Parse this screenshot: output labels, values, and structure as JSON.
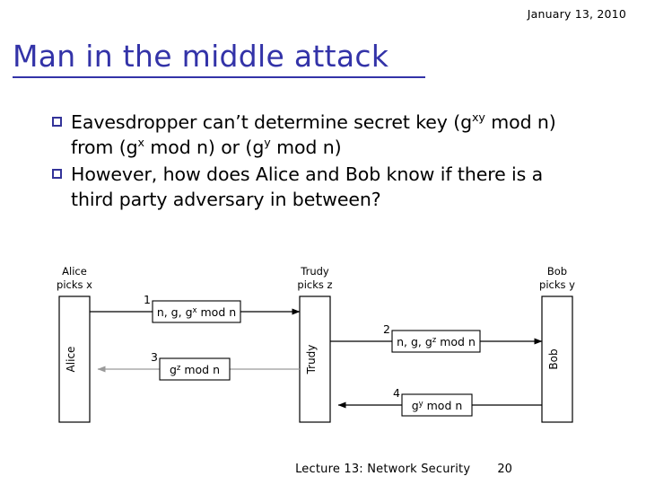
{
  "slide": {
    "date": "January 13, 2010",
    "title": "Man in the middle attack",
    "bullets": [
      {
        "marker": "hollow-square-bullet",
        "parts": [
          {
            "t": "Eavesdropper can’t determine secret key (g",
            "sup": false
          },
          {
            "t": "xy",
            "sup": true
          },
          {
            "t": " mod n) from (g",
            "sup": false
          },
          {
            "t": "x",
            "sup": true
          },
          {
            "t": " mod n) or (g",
            "sup": false
          },
          {
            "t": "y",
            "sup": true
          },
          {
            "t": " mod n)",
            "sup": false
          }
        ]
      },
      {
        "marker": "hollow-square-bullet",
        "parts": [
          {
            "t": "However, how does Alice and Bob know if there is a third party adversary in between?",
            "sup": false
          }
        ]
      }
    ],
    "footer": {
      "text": "Lecture 13: Network Security",
      "page": "20"
    },
    "colors": {
      "title": "#3333a8",
      "bullet_marker": "#333399",
      "body_text": "#000000",
      "line_dark": "#000000",
      "line_gray": "#9a9a9a",
      "background": "#ffffff"
    }
  },
  "diagram": {
    "type": "sequence-diagram",
    "caption": "Diffie-Hellman man-in-the-middle exchange between Alice, Trudy and Bob",
    "actors": [
      {
        "id": "alice",
        "caption_line1": "Alice",
        "caption_line2": "picks x",
        "vertical_label": "Alice"
      },
      {
        "id": "trudy",
        "caption_line1": "Trudy",
        "caption_line2": "picks z",
        "vertical_label": "Trudy"
      },
      {
        "id": "bob",
        "caption_line1": "Bob",
        "caption_line2": "picks y",
        "vertical_label": "Bob"
      }
    ],
    "messages": [
      {
        "number": "1",
        "from": "alice",
        "to": "trudy",
        "direction": "right",
        "style": "dark",
        "label_parts": [
          {
            "t": "n, g, g",
            "sup": false
          },
          {
            "t": "x",
            "sup": true
          },
          {
            "t": " mod n",
            "sup": false
          }
        ]
      },
      {
        "number": "2",
        "from": "trudy",
        "to": "bob",
        "direction": "right",
        "style": "dark",
        "label_parts": [
          {
            "t": "n, g, g",
            "sup": false
          },
          {
            "t": "z",
            "sup": true
          },
          {
            "t": " mod n",
            "sup": false
          }
        ]
      },
      {
        "number": "3",
        "from": "trudy",
        "to": "alice",
        "direction": "left",
        "style": "gray",
        "label_parts": [
          {
            "t": "g",
            "sup": false
          },
          {
            "t": "z",
            "sup": true
          },
          {
            "t": " mod n",
            "sup": false
          }
        ]
      },
      {
        "number": "4",
        "from": "bob",
        "to": "trudy",
        "direction": "left",
        "style": "dark",
        "label_parts": [
          {
            "t": "g",
            "sup": false
          },
          {
            "t": "y",
            "sup": true
          },
          {
            "t": " mod n",
            "sup": false
          }
        ]
      }
    ]
  }
}
